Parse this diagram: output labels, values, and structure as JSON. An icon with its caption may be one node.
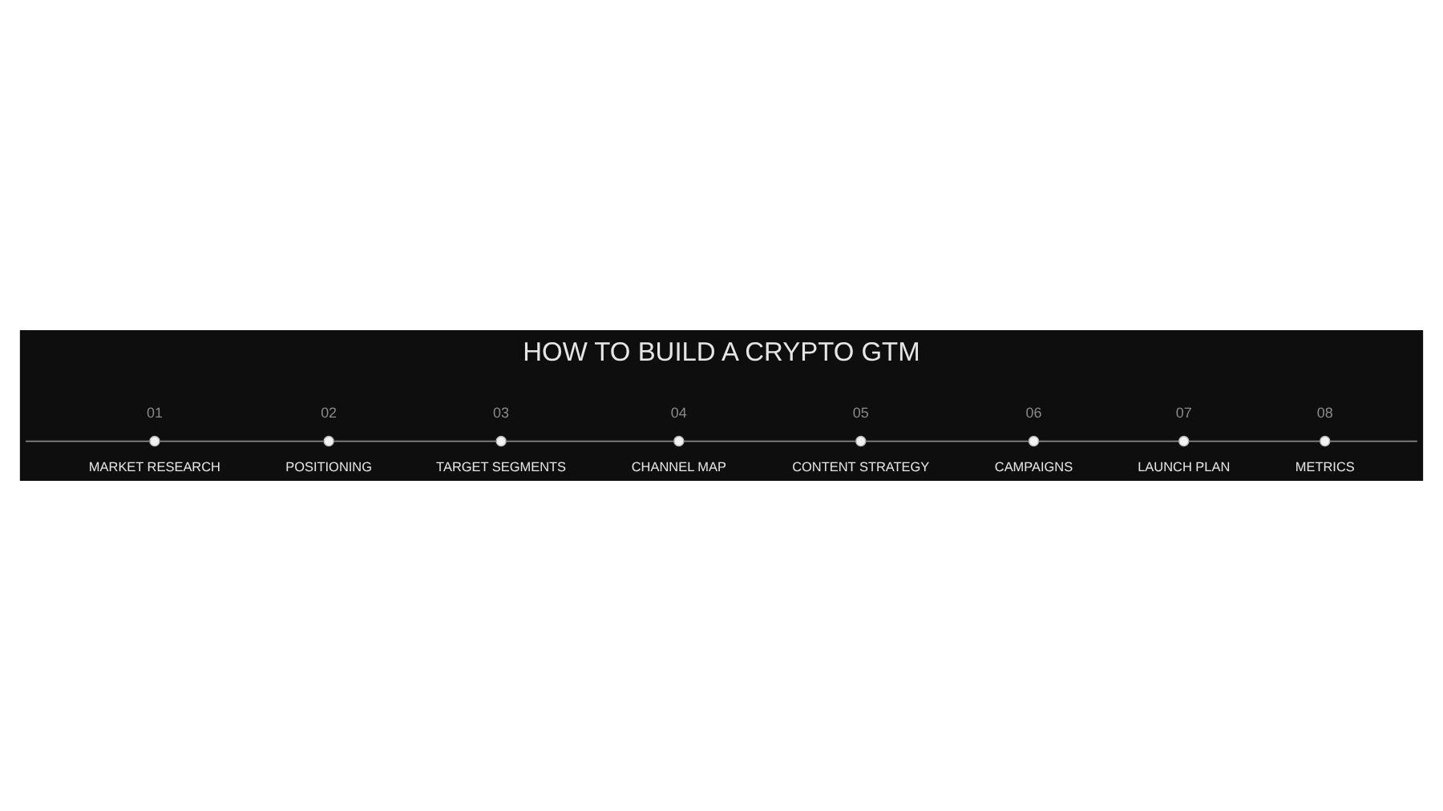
{
  "diagram": {
    "title": "HOW TO BUILD A CRYPTO GTM",
    "nodes": [
      {
        "text": [],
        "shape": "circle",
        "beside": [
          "01",
          "MARKET RESEARCH"
        ]
      },
      {
        "text": [],
        "shape": "circle",
        "beside": [
          "02",
          "POSITIONING"
        ]
      },
      {
        "text": [],
        "shape": "circle",
        "beside": [
          "03",
          "TARGET SEGMENTS"
        ]
      },
      {
        "text": [],
        "shape": "circle",
        "beside": [
          "04",
          "CHANNEL MAP"
        ]
      },
      {
        "text": [],
        "shape": "circle",
        "beside": [
          "05",
          "CONTENT STRATEGY"
        ]
      },
      {
        "text": [],
        "shape": "circle",
        "beside": [
          "06",
          "CAMPAIGNS"
        ]
      },
      {
        "text": [],
        "shape": "circle",
        "beside": [
          "07",
          "LAUNCH PLAN"
        ]
      },
      {
        "text": [],
        "shape": "circle",
        "beside": [
          "08",
          "METRICS"
        ]
      }
    ],
    "edges": [
      {
        "from": null,
        "to": 0,
        "arrow": "none"
      },
      {
        "from": 0,
        "to": 1,
        "arrow": "none"
      },
      {
        "from": 1,
        "to": 2,
        "arrow": "none"
      },
      {
        "from": 2,
        "to": 3,
        "arrow": "none"
      },
      {
        "from": 3,
        "to": 4,
        "arrow": "none"
      },
      {
        "from": 4,
        "to": 5,
        "arrow": "none"
      },
      {
        "from": 5,
        "to": 6,
        "arrow": "none"
      },
      {
        "from": 6,
        "to": 7,
        "arrow": "none"
      },
      {
        "from": 7,
        "to": null,
        "arrow": "none"
      }
    ]
  }
}
